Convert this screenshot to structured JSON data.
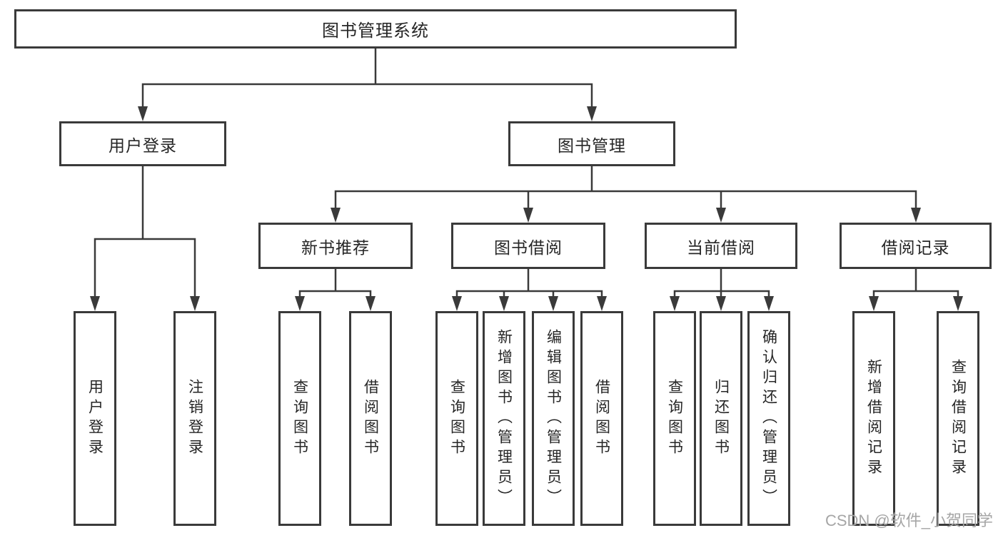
{
  "tree": {
    "label": "图书管理系统",
    "children": [
      {
        "label": "用户登录",
        "children": [
          {
            "label": "用户登录"
          },
          {
            "label": "注销登录"
          }
        ]
      },
      {
        "label": "图书管理",
        "children": [
          {
            "label": "新书推荐",
            "children": [
              {
                "label": "查询图书"
              },
              {
                "label": "借阅图书"
              }
            ]
          },
          {
            "label": "图书借阅",
            "children": [
              {
                "label": "查询图书"
              },
              {
                "label": "新增图书（管理员）"
              },
              {
                "label": "编辑图书（管理员）"
              },
              {
                "label": "借阅图书"
              }
            ]
          },
          {
            "label": "当前借阅",
            "children": [
              {
                "label": "查询图书"
              },
              {
                "label": "归还图书"
              },
              {
                "label": "确认归还（管理员）"
              }
            ]
          },
          {
            "label": "借阅记录",
            "children": [
              {
                "label": "新增借阅记录"
              },
              {
                "label": "查询借阅记录"
              }
            ]
          }
        ]
      }
    ]
  },
  "watermark": {
    "text": "CSDN @软件_小贺同学"
  },
  "colors": {
    "line": "#3a3a3a",
    "text": "#262626",
    "watermark": "#a6a6a6",
    "bg": "#ffffff"
  }
}
